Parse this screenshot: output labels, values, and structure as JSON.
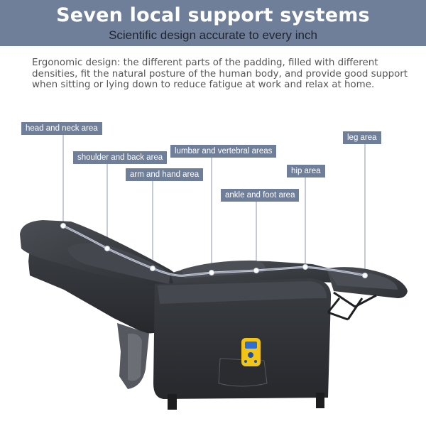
{
  "banner": {
    "title": "Seven local support systems",
    "subtitle": "Scientific design accurate to every inch",
    "color": "#6f7f99"
  },
  "description": "Ergonomic design: the different parts of the padding, filled with different densities, fit the natural posture of the human body, and provide good support when sitting or lying down to reduce fatigue at work and relax at home.",
  "labels": {
    "head": "head and neck area",
    "shoulder": "shoulder and back area",
    "arm": "arm and hand area",
    "lumbar": "lumbar and vertebral areas",
    "ankle": "ankle and foot area",
    "hip": "hip area",
    "leg": "leg area"
  },
  "colors": {
    "chair_fabric": "#3c3f44",
    "remote_yellow": "#f2c418",
    "remote_blue": "#2e6fd1"
  }
}
